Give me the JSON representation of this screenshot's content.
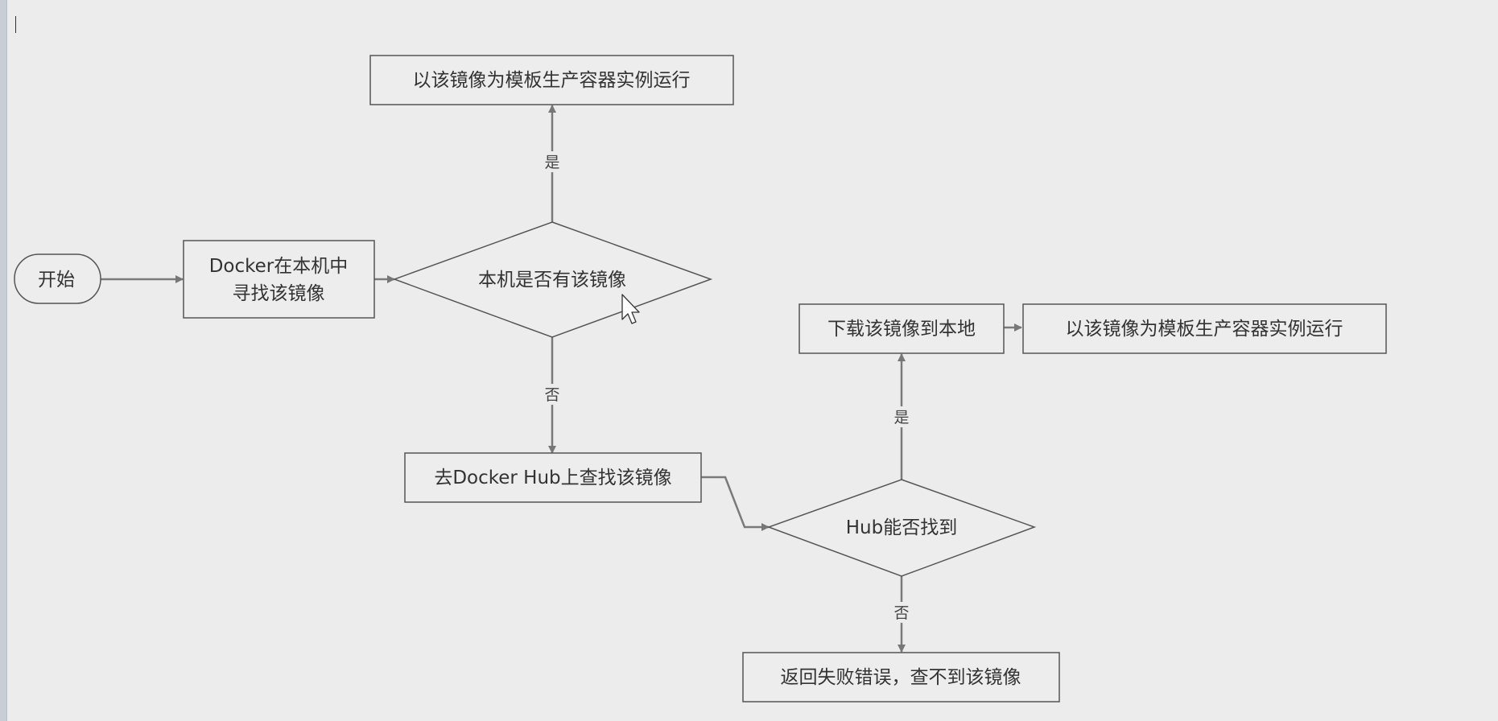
{
  "nodes": {
    "start": "开始",
    "search_local_line1": "Docker在本机中",
    "search_local_line2": "寻找该镜像",
    "decision_local": "本机是否有该镜像",
    "run_local": "以该镜像为模板生产容器实例运行",
    "search_hub": "去Docker Hub上查找该镜像",
    "decision_hub": "Hub能否找到",
    "download": "下载该镜像到本地",
    "run_downloaded": "以该镜像为模板生产容器实例运行",
    "error": "返回失败错误，查不到该镜像"
  },
  "edge_labels": {
    "local_yes": "是",
    "local_no": "否",
    "hub_yes": "是",
    "hub_no": "否"
  },
  "colors": {
    "background": "#ececec",
    "node_fill": "#ededed",
    "stroke": "#555555",
    "arrow": "#777777"
  }
}
